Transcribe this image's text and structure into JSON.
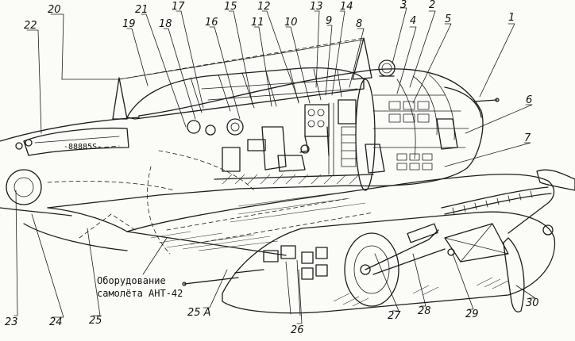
{
  "caption": {
    "line1": "Оборудование",
    "line2": "самолёта АНТ-42"
  },
  "callouts": {
    "c1": "1",
    "c2": "2",
    "c3": "3",
    "c4": "4",
    "c5": "5",
    "c6": "6",
    "c7": "7",
    "c8": "8",
    "c9": "9",
    "c10": "10",
    "c11": "11",
    "c12": "12",
    "c13": "13",
    "c14": "14",
    "c15": "15",
    "c16": "16",
    "c17": "17",
    "c18": "18",
    "c19": "19",
    "c20": "20",
    "c21": "21",
    "c22": "22",
    "c23": "23",
    "c24": "24",
    "c25": "25",
    "c25a": "25 А",
    "c26": "26",
    "c27": "27",
    "c28": "28",
    "c29": "29",
    "c30": "30"
  }
}
